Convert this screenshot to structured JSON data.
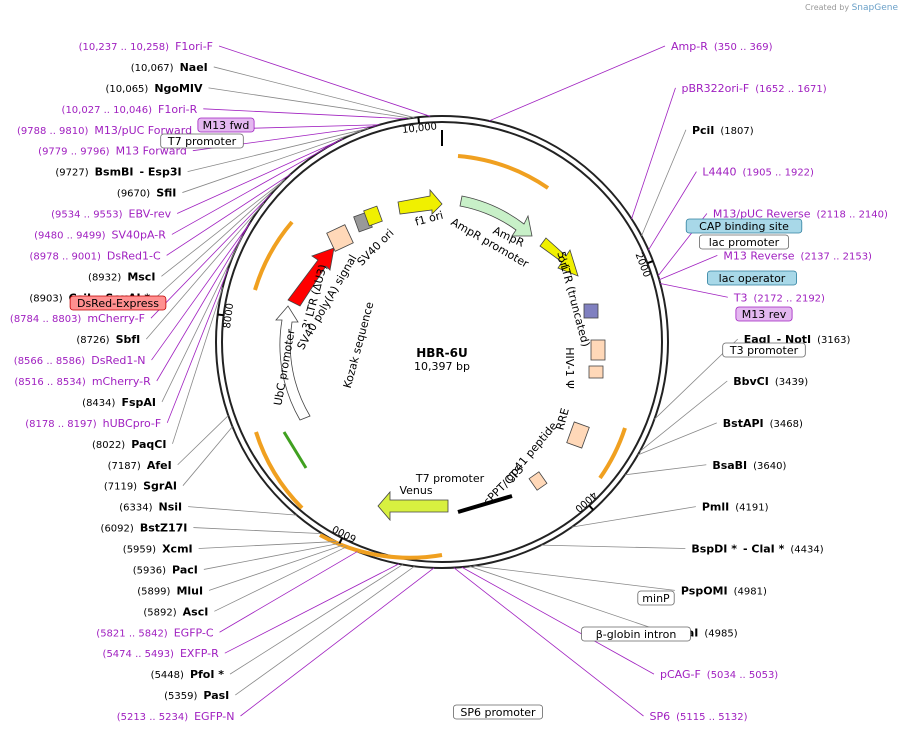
{
  "credit": {
    "prefix": "Created by",
    "brand": "SnapGene"
  },
  "plasmid": {
    "name": "HBR-6U",
    "size_label": "10,397 bp"
  },
  "ticks": [
    {
      "label": "10,000",
      "angle": -6
    },
    {
      "label": "2000",
      "angle": 69
    },
    {
      "label": "4000",
      "angle": 138
    },
    {
      "label": "6000",
      "angle": 207
    },
    {
      "label": "8000",
      "angle": 277
    }
  ],
  "enzymes": [
    {
      "num": "(10,067)",
      "name": "NaeI",
      "side": "left",
      "angle": -7
    },
    {
      "num": "(10,065)",
      "name": "NgoMIV",
      "side": "left",
      "angle": -8
    },
    {
      "num": "(9727)",
      "name": "BsmBI",
      "extra": "- Esp3I",
      "side": "left",
      "angle": -19
    },
    {
      "num": "(9670)",
      "name": "SfiI",
      "side": "left",
      "angle": -21
    },
    {
      "num": "(8932)",
      "name": "MscI",
      "side": "left",
      "angle": -44
    },
    {
      "num": "(8903)",
      "name": "CsiI",
      "extra": "- SexAI *",
      "side": "left",
      "angle": -45
    },
    {
      "num": "(8726)",
      "name": "SbfI",
      "side": "left",
      "angle": -52
    },
    {
      "num": "(8434)",
      "name": "FspAI",
      "side": "left",
      "angle": -62
    },
    {
      "num": "(8022)",
      "name": "PaqCI",
      "side": "left",
      "angle": -76
    },
    {
      "num": "(7187)",
      "name": "AfeI",
      "side": "left",
      "angle": -109
    },
    {
      "num": "(7119)",
      "name": "SgrAI",
      "side": "left",
      "angle": -112
    },
    {
      "num": "(6334)",
      "name": "NsiI",
      "side": "left",
      "angle": -140
    },
    {
      "num": "(6092)",
      "name": "BstZ17I",
      "side": "left",
      "angle": -148
    },
    {
      "num": "(5959)",
      "name": "XcmI",
      "side": "left",
      "angle": -152
    },
    {
      "num": "(5936)",
      "name": "PacI",
      "side": "left",
      "angle": -153
    },
    {
      "num": "(5899)",
      "name": "MluI",
      "side": "left",
      "angle": -154
    },
    {
      "num": "(5892)",
      "name": "AscI",
      "side": "left",
      "angle": -155
    },
    {
      "num": "(5448)",
      "name": "PfoI *",
      "side": "left",
      "angle": -170
    },
    {
      "num": "(5359)",
      "name": "PasI",
      "side": "left",
      "angle": -173
    },
    {
      "num": "(1807)",
      "name": "PciI",
      "side": "right",
      "angle": 62
    },
    {
      "num": "(3163)",
      "name": "EagI",
      "extra": "- NotI",
      "side": "right",
      "angle": 110
    },
    {
      "num": "(3439)",
      "name": "BbvCI",
      "side": "right",
      "angle": 119
    },
    {
      "num": "(3468)",
      "name": "BstAPI",
      "side": "right",
      "angle": 120
    },
    {
      "num": "(3640)",
      "name": "BsaBI",
      "side": "right",
      "angle": 126
    },
    {
      "num": "(4191)",
      "name": "PmlI",
      "side": "right",
      "angle": 145
    },
    {
      "num": "(4434)",
      "name": "BspDI *",
      "extra": "- ClaI *",
      "side": "right",
      "angle": 154
    },
    {
      "num": "(4981)",
      "name": "PspOMI",
      "side": "right",
      "angle": 172
    },
    {
      "num": "(4985)",
      "name": "ApaI",
      "side": "right",
      "angle": 173
    }
  ],
  "primers": [
    {
      "name": "F1ori-F",
      "range": "(10,237 .. 10,258)",
      "angle": -3
    },
    {
      "name": "Amp-R",
      "range": "(350 .. 369)",
      "angle": 12
    },
    {
      "name": "F1ori-R",
      "range": "(10,027 .. 10,046)",
      "angle": -9
    },
    {
      "name": "M13/pUC Forward",
      "range": "(9788 .. 9810)",
      "angle": -16
    },
    {
      "name": "M13 Forward",
      "range": "(9779 .. 9796)",
      "angle": -17
    },
    {
      "name": "EBV-rev",
      "range": "(9534 .. 9553)",
      "angle": -26
    },
    {
      "name": "SV40pA-R",
      "range": "(9480 .. 9499)",
      "angle": -28
    },
    {
      "name": "DsRed1-C",
      "range": "(8978 .. 9001)",
      "angle": -42
    },
    {
      "name": "mCherry-F",
      "range": "(8784 .. 8803)",
      "angle": -49
    },
    {
      "name": "DsRed1-N",
      "range": "(8566 .. 8586)",
      "angle": -58
    },
    {
      "name": "mCherry-R",
      "range": "(8516 .. 8534)",
      "angle": -59
    },
    {
      "name": "hUBCpro-F",
      "range": "(8178 .. 8197)",
      "angle": -71
    },
    {
      "name": "EGFP-C",
      "range": "(5821 .. 5842)",
      "angle": -158
    },
    {
      "name": "EXFP-R",
      "range": "(5474 .. 5493)",
      "angle": -169
    },
    {
      "name": "EGFP-N",
      "range": "(5213 .. 5234)",
      "angle": -178
    },
    {
      "name": "pBR322ori-F",
      "range": "(1652 .. 1671)",
      "angle": 57
    },
    {
      "name": "L4440",
      "range": "(1905 .. 1922)",
      "angle": 66
    },
    {
      "name": "M13/pUC Reverse",
      "range": "(2118 .. 2140)",
      "angle": 73
    },
    {
      "name": "M13 Reverse",
      "range": "(2137 .. 2153)",
      "angle": 74
    },
    {
      "name": "T3",
      "range": "(2172 .. 2192)",
      "angle": 75
    },
    {
      "name": "pCAG-F",
      "range": "(5034 .. 5053)",
      "angle": 175
    },
    {
      "name": "SP6",
      "range": "(5115 .. 5132)",
      "angle": 177
    }
  ],
  "boxed": [
    {
      "name": "M13 fwd",
      "style": "purple"
    },
    {
      "name": "T7 promoter",
      "style": "plain"
    },
    {
      "name": "DsRed-Express",
      "style": "red"
    },
    {
      "name": "CAP binding site",
      "style": "blue"
    },
    {
      "name": "lac promoter",
      "style": "plain"
    },
    {
      "name": "lac operator",
      "style": "blue"
    },
    {
      "name": "M13 rev",
      "style": "purple"
    },
    {
      "name": "T3 promoter",
      "style": "plain"
    },
    {
      "name": "minP",
      "style": "plain"
    },
    {
      "name": "β-globin intron",
      "style": "plain"
    },
    {
      "name": "SP6 promoter",
      "style": "plain"
    }
  ],
  "inner_labels": [
    "f1 ori",
    "AmpR",
    "AmpR promoter",
    "ori",
    "5' LTR (truncated)",
    "HIV-1 Ψ",
    "RRE",
    "gp41 peptide",
    "cPPT/CTS",
    "T7 promoter",
    "Venus",
    "UbC promoter",
    "Kozak sequence",
    "3' LTR (ΔU3)",
    "SV40 poly(A) signal",
    "SV40 ori"
  ],
  "colors": {
    "primer": "#a020c0",
    "orf": "#f0a020",
    "ampr": "#c8f0c8",
    "ori": "#f0f000",
    "ltr": "#ff0000",
    "venus": "#d8f040",
    "misc": "#ffd8b8"
  }
}
